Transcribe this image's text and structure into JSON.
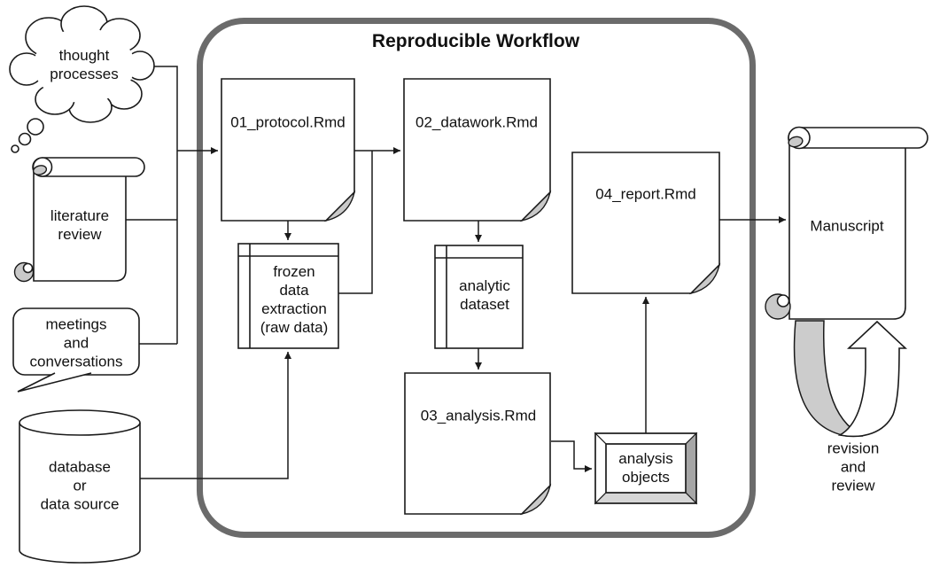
{
  "title": "Reproducible Workflow",
  "colors": {
    "stroke": "#1a1a1a",
    "border": "#6b6b6b",
    "flap": "#c9c9c9",
    "bevel_right": "#a6a6a6",
    "bevel_bottom": "#d6d6d6",
    "ribbon": "#cccccc",
    "background": "#ffffff"
  },
  "nodes": {
    "thought_processes": {
      "shape": "thought-cloud",
      "label": "thought\nprocesses"
    },
    "literature_review": {
      "shape": "scroll",
      "label": "literature\nreview"
    },
    "meetings": {
      "shape": "speech-bubble",
      "label": "meetings\nand\nconversations"
    },
    "database": {
      "shape": "cylinder",
      "label": "database\nor\ndata source"
    },
    "protocol": {
      "shape": "document",
      "label": "01_protocol.Rmd"
    },
    "datawork": {
      "shape": "document",
      "label": "02_datawork.Rmd"
    },
    "frozen_data": {
      "shape": "stored-data",
      "label": "frozen\ndata\nextraction\n(raw data)"
    },
    "analytic_dataset": {
      "shape": "stored-data",
      "label": "analytic\ndataset"
    },
    "analysis": {
      "shape": "document",
      "label": "03_analysis.Rmd"
    },
    "analysis_objects": {
      "shape": "beveled-box",
      "label": "analysis\nobjects"
    },
    "report": {
      "shape": "document",
      "label": "04_report.Rmd"
    },
    "manuscript": {
      "shape": "scroll",
      "label": "Manuscript"
    },
    "revision": {
      "shape": "curved-arrow",
      "label": "revision\nand\nreview"
    }
  },
  "edges": [
    "thought_processes -> protocol",
    "literature_review -> protocol",
    "meetings -> protocol",
    "database -> frozen_data",
    "protocol -> frozen_data",
    "protocol -> datawork",
    "frozen_data -> datawork",
    "datawork -> analytic_dataset",
    "analytic_dataset -> analysis",
    "analysis -> analysis_objects",
    "analysis_objects -> report",
    "report -> manuscript",
    "manuscript -> revision -> manuscript"
  ]
}
